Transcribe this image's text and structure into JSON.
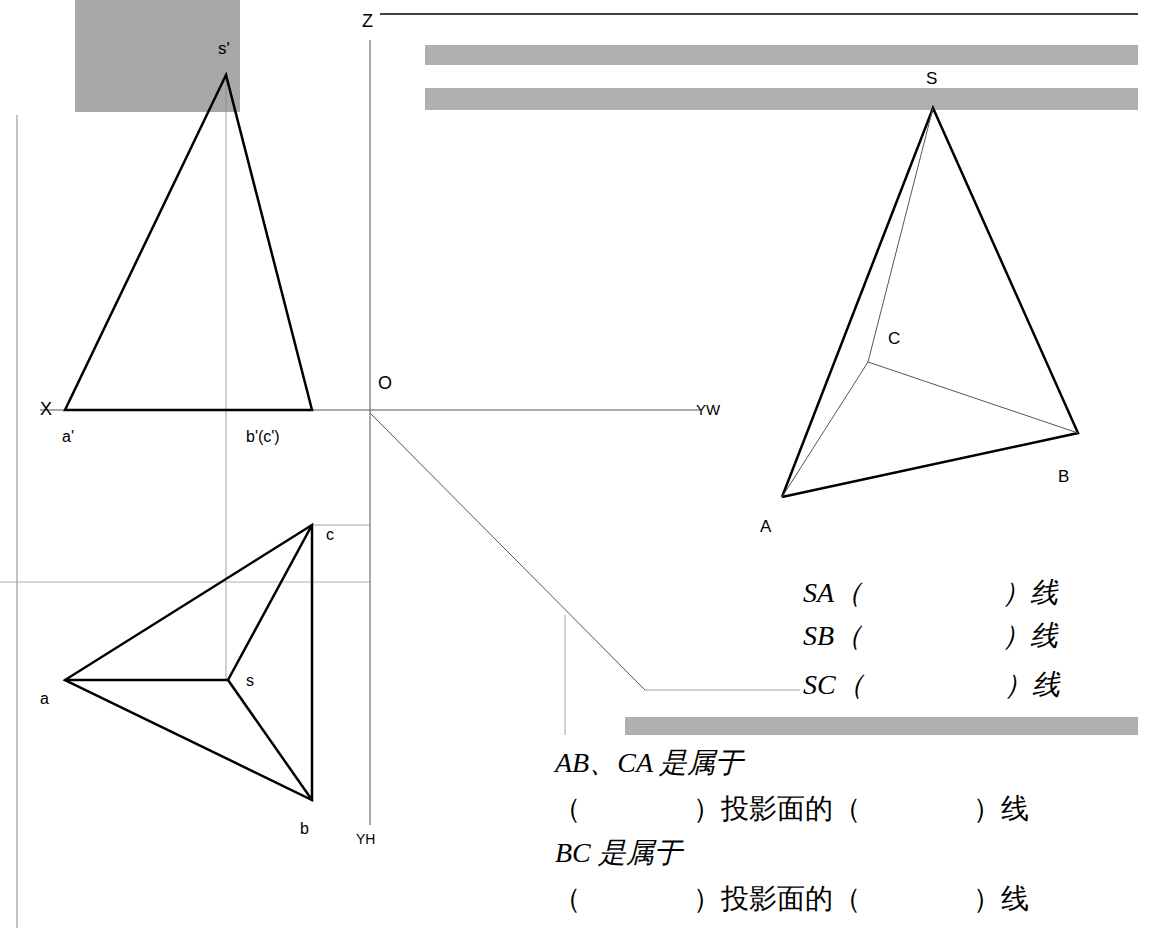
{
  "diagram": {
    "labels": [
      "s'",
      "Z",
      "X",
      "a'",
      "b'(c')",
      "O",
      "YW",
      "S",
      "C",
      "A",
      "B",
      "c",
      "a",
      "s",
      "b",
      "YH",
      "SA（　　　　　）线",
      "SB（　　　　　）线",
      "SC（　　　　　）线",
      "AB、CA 是属于",
      "（　　　　）投影面的（　　　　）线",
      "BC 是属于",
      "（　　　　）投影面的（　　　　）线"
    ]
  }
}
